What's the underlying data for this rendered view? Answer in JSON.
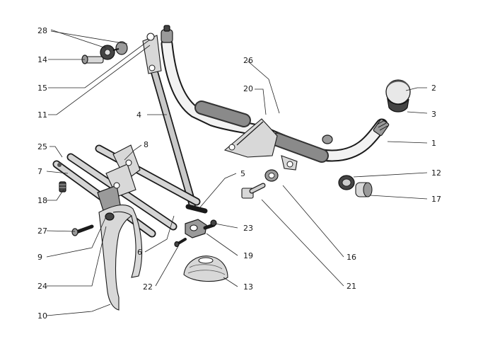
{
  "parts": [
    {
      "id": "p1",
      "label": "1"
    },
    {
      "id": "p2",
      "label": "2"
    },
    {
      "id": "p3",
      "label": "3"
    },
    {
      "id": "p4",
      "label": "4"
    },
    {
      "id": "p5",
      "label": "5"
    },
    {
      "id": "p6",
      "label": "6"
    },
    {
      "id": "p7",
      "label": "7"
    },
    {
      "id": "p8",
      "label": "8"
    },
    {
      "id": "p9",
      "label": "9"
    },
    {
      "id": "p10",
      "label": "10"
    },
    {
      "id": "p11",
      "label": "11"
    },
    {
      "id": "p12",
      "label": "12"
    },
    {
      "id": "p13",
      "label": "13"
    },
    {
      "id": "p14",
      "label": "14"
    },
    {
      "id": "p15",
      "label": "15"
    },
    {
      "id": "p16",
      "label": "16"
    },
    {
      "id": "p17",
      "label": "17"
    },
    {
      "id": "p18",
      "label": "18"
    },
    {
      "id": "p19",
      "label": "19"
    },
    {
      "id": "p20",
      "label": "20"
    },
    {
      "id": "p21",
      "label": "21"
    },
    {
      "id": "p22",
      "label": "22"
    },
    {
      "id": "p23",
      "label": "23"
    },
    {
      "id": "p24",
      "label": "24"
    },
    {
      "id": "p25",
      "label": "25"
    },
    {
      "id": "p26",
      "label": "26"
    },
    {
      "id": "p27",
      "label": "27"
    },
    {
      "id": "p28",
      "label": "28"
    }
  ]
}
